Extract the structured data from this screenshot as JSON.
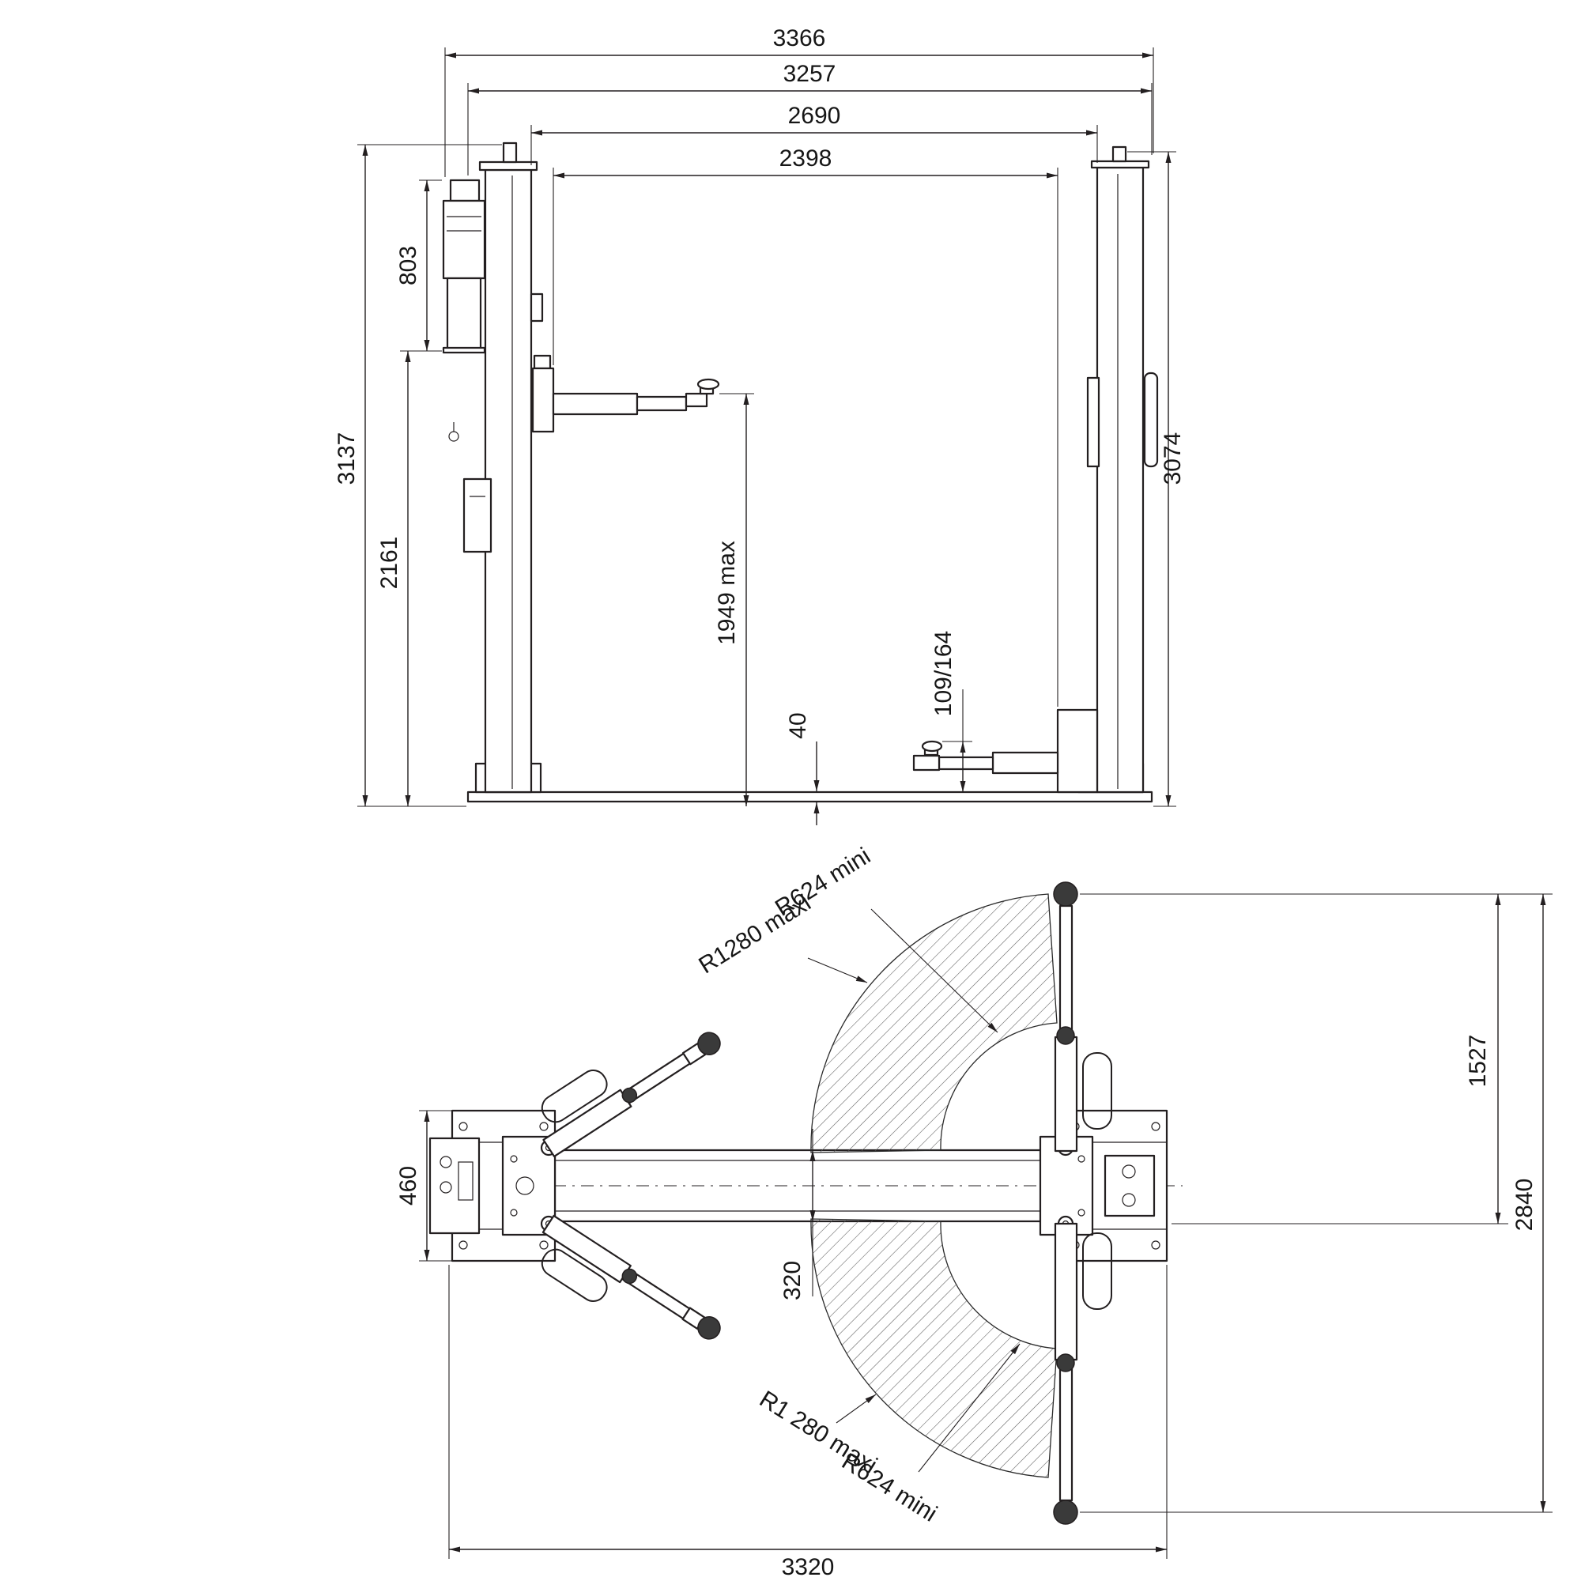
{
  "elevation": {
    "dims": {
      "overall_width": "3366",
      "baseplate_width": "3257",
      "clear_width": "2690",
      "carriage_distance": "2398",
      "power_unit_height": "803",
      "overall_height": "3137",
      "under_unit_height": "2161",
      "max_lift_height": "1949 max",
      "base_step": "40",
      "pad_min_height": "109/164",
      "column_height": "3074"
    }
  },
  "plan": {
    "dims": {
      "front_radius_min": "R624 mini",
      "front_radius_max": "R1280 maxi",
      "base_depth": "460",
      "beam_width": "320",
      "pivot_span": "1527",
      "overall_depth": "2840",
      "overall_width": "3320",
      "rear_radius_max": "R1 280 maxi",
      "rear_radius_min": "R624 mini"
    }
  },
  "colors": {
    "line": "#231f20",
    "background": "#ffffff",
    "pad_fill": "#3a3a3a",
    "hatch": "#5a5a5a"
  }
}
